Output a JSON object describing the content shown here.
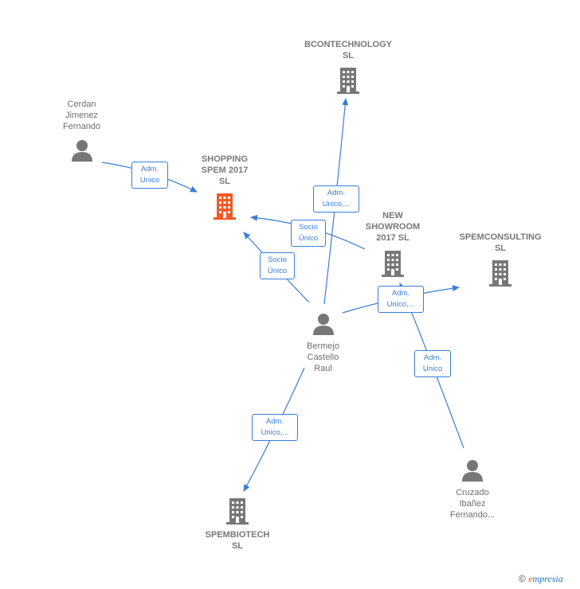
{
  "nodes": {
    "bcontechnology": {
      "label": "BCONTECHNOLOGY\nSL",
      "type": "company"
    },
    "cerdan": {
      "label": "Cerdan\nJimenez\nFernando",
      "type": "person"
    },
    "shopping": {
      "label": "SHOPPING\nSPEM 2017\nSL",
      "type": "company",
      "highlight": "#f05a28"
    },
    "newshowroom": {
      "label": "NEW\nSHOWROOM\n2017  SL",
      "type": "company"
    },
    "spemconsulting": {
      "label": "SPEMCONSULTING\nSL",
      "type": "company"
    },
    "bermejo": {
      "label": "Bermejo\nCastello\nRaul",
      "type": "person"
    },
    "spembiotech": {
      "label": "SPEMBIOTECH\nSL",
      "type": "company"
    },
    "cruzado": {
      "label": "Cruzado\nIbañez\nFernando...",
      "type": "person"
    }
  },
  "edges": [
    {
      "id": "e1",
      "label": "Adm.\nUnico"
    },
    {
      "id": "e2",
      "label": "Adm.\nUnico,..."
    },
    {
      "id": "e3",
      "label": "Socio\nÚnico"
    },
    {
      "id": "e4",
      "label": "Socio\nÚnico"
    },
    {
      "id": "e5",
      "label": "Adm.\nUnico,..."
    },
    {
      "id": "e6",
      "label": "Adm.\nUnico"
    },
    {
      "id": "e7",
      "label": "Adm.\nUnico,..."
    }
  ],
  "colors": {
    "edge": "#3b7dd8",
    "icon": "#777777",
    "focus": "#f05a28"
  },
  "footer": {
    "symbol": "©",
    "brand_e": "e",
    "brand_rest": "mpresia"
  }
}
